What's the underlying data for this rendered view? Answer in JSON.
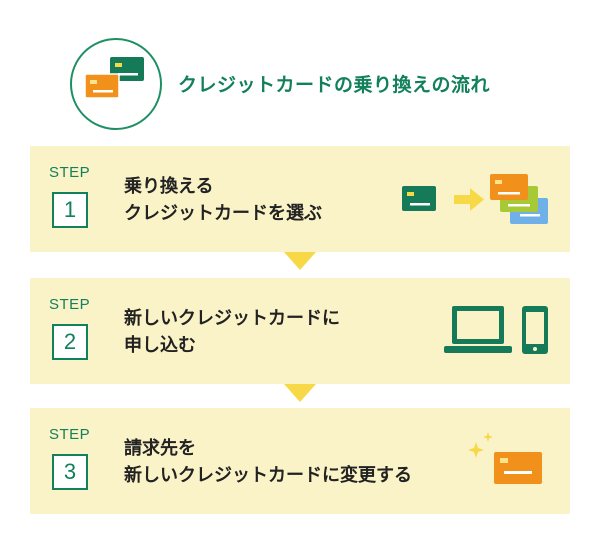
{
  "header": {
    "title": "クレジットカードの乗り換えの流れ"
  },
  "steps": [
    {
      "label": "STEP",
      "number": "1",
      "line1": "乗り換える",
      "line2": "クレジットカードを選ぶ"
    },
    {
      "label": "STEP",
      "number": "2",
      "line1": "新しいクレジットカードに",
      "line2": "申し込む"
    },
    {
      "label": "STEP",
      "number": "3",
      "line1": "請求先を",
      "line2": "新しいクレジットカードに変更する"
    }
  ],
  "colors": {
    "green": "#12805a",
    "orange": "#f2901c",
    "yellow_bg": "#fbf3c8",
    "arrow": "#f7d948",
    "lime": "#a7c936",
    "blue": "#6fb0e8"
  }
}
